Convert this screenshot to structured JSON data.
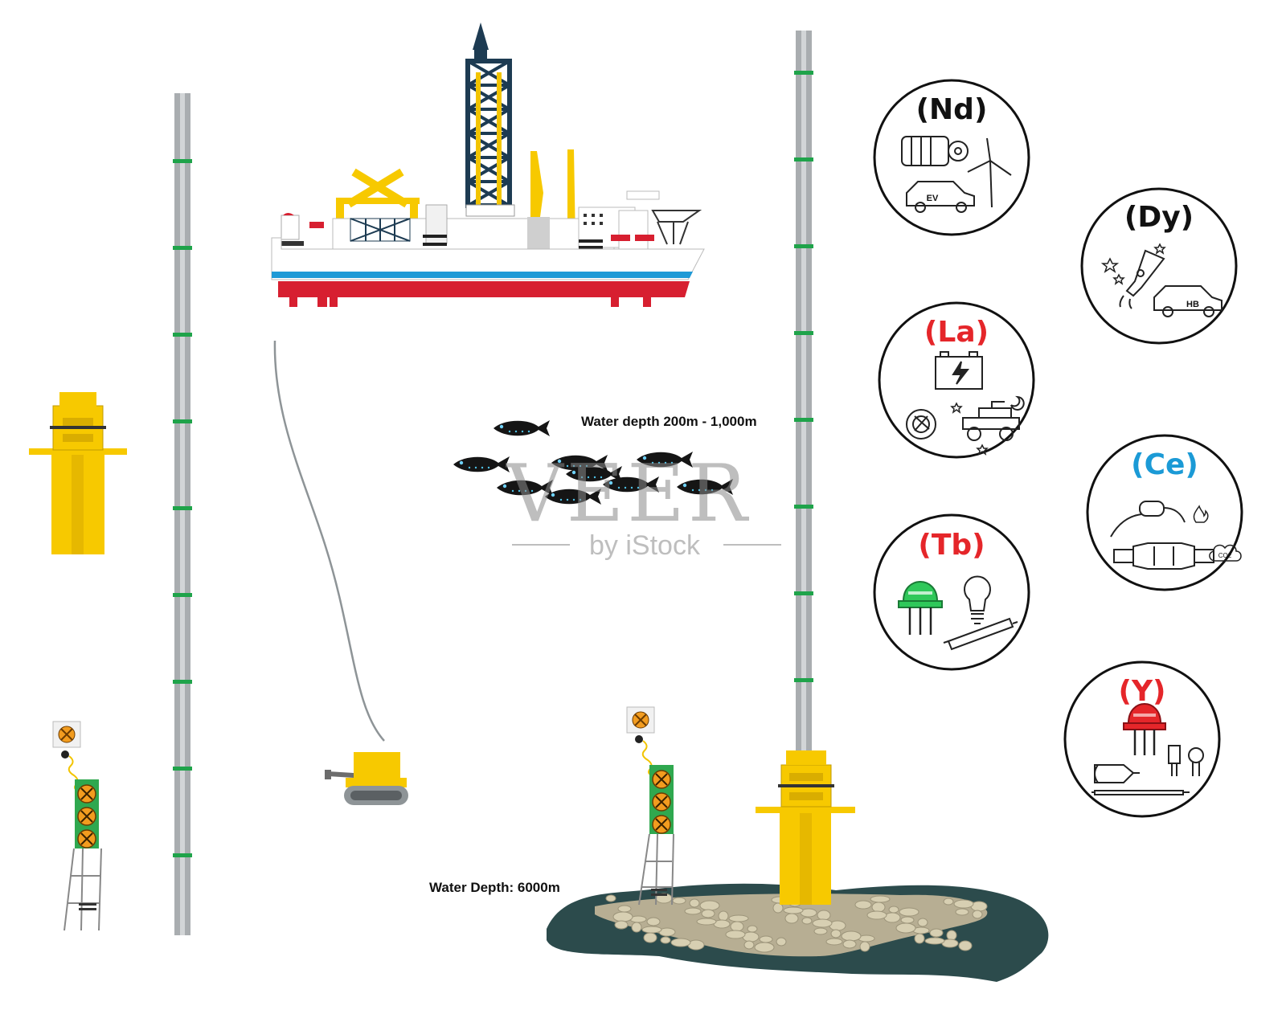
{
  "labels": {
    "depth_mid": "Water depth 200m - 1,000m",
    "depth_deep": "Water Depth: 6000m"
  },
  "watermark": {
    "brand": "VEER",
    "sub": "by iStock"
  },
  "elements": [
    {
      "symbol": "(Nd)",
      "color": "#111111",
      "icons": [
        "motor-icon",
        "wind-turbine-icon",
        "ev-car-icon"
      ],
      "badge": "EV"
    },
    {
      "symbol": "(Dy)",
      "color": "#111111",
      "icons": [
        "rocket-icon",
        "hybrid-car-icon"
      ],
      "badge": "HB"
    },
    {
      "symbol": "(La)",
      "color": "#e5262a",
      "icons": [
        "battery-icon",
        "camera-lens-icon",
        "lunar-rover-icon"
      ],
      "badge": ""
    },
    {
      "symbol": "(Ce)",
      "color": "#1b9ad6",
      "icons": [
        "fuel-nozzle-icon",
        "catalytic-converter-icon",
        "co2-cloud-icon"
      ],
      "badge": "CO2"
    },
    {
      "symbol": "(Tb)",
      "color": "#e5262a",
      "icons": [
        "green-led-icon",
        "light-bulb-icon",
        "fluorescent-tube-icon"
      ],
      "badge": ""
    },
    {
      "symbol": "(Y)",
      "color": "#e5262a",
      "icons": [
        "red-led-icon",
        "capacitor-icon",
        "ceramic-part-icon"
      ],
      "badge": ""
    }
  ],
  "colors": {
    "yellow": "#f7c900",
    "pipe": "#a9adb0",
    "pipe_mark": "#1fa34a",
    "hull_red": "#d71f30",
    "hull_blue": "#1f9ad6",
    "derrick": "#1d3b52",
    "seabed": "#2c4b4c",
    "sediment": "#b7ae93"
  }
}
